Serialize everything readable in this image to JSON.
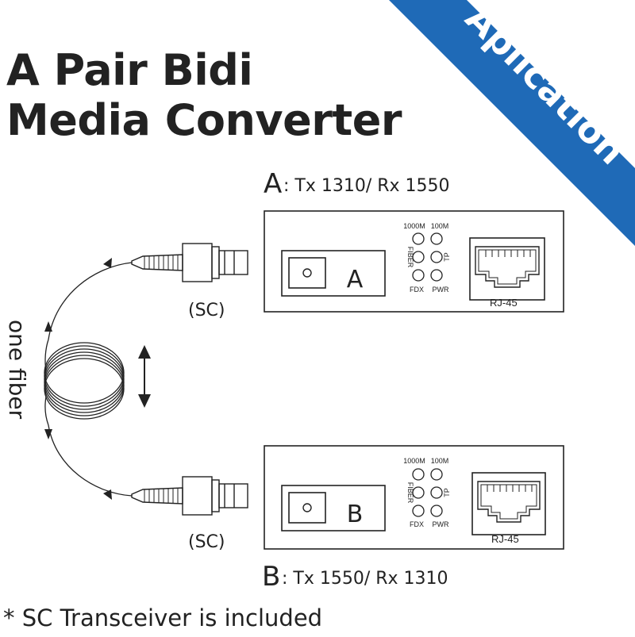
{
  "title_line1": "A Pair Bidi",
  "title_line2": "Media Converter",
  "banner": {
    "text": "Aplication",
    "color": "#1f6ab7"
  },
  "unit_a": {
    "letter": "A",
    "spec": ": Tx 1310/ Rx 1550",
    "port_label": "RJ-45",
    "led_top_left": "1000M",
    "led_top_right": "100M",
    "led_side_left": "FIBER",
    "led_side_right": "TP",
    "led_bottom_left": "FDX",
    "led_bottom_right": "PWR",
    "module_letter": "A"
  },
  "unit_b": {
    "letter": "B",
    "spec": ": Tx 1550/ Rx 1310",
    "port_label": "RJ-45",
    "led_top_left": "1000M",
    "led_top_right": "100M",
    "led_side_left": "FIBER",
    "led_side_right": "TP",
    "led_bottom_left": "FDX",
    "led_bottom_right": "PWR",
    "module_letter": "B"
  },
  "connector_label_top": "(SC)",
  "connector_label_bottom": "(SC)",
  "fiber_label": "one fiber",
  "footnote": "* SC Transceiver is included"
}
